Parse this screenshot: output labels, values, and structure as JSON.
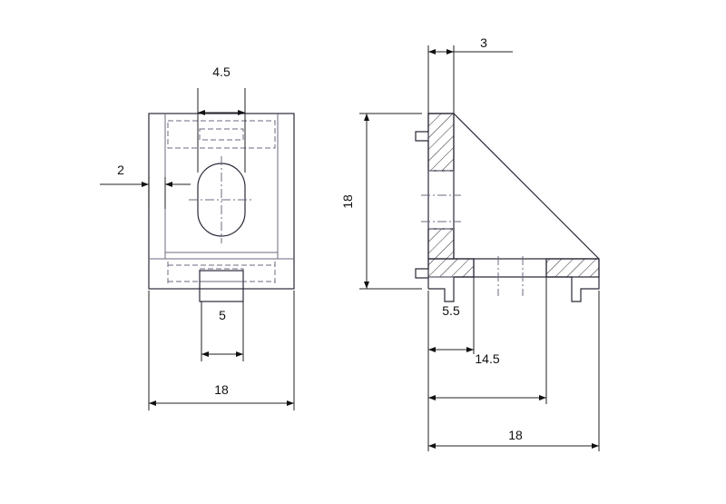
{
  "front_view": {
    "dim_slot_width": "4.5",
    "dim_wall": "2",
    "dim_tab_width": "5",
    "dim_overall_width": "18"
  },
  "side_view": {
    "dim_top_flange": "3",
    "dim_height": "18",
    "dim_foot": "5.5",
    "dim_slot_pos": "14.5",
    "dim_overall_length": "18"
  }
}
